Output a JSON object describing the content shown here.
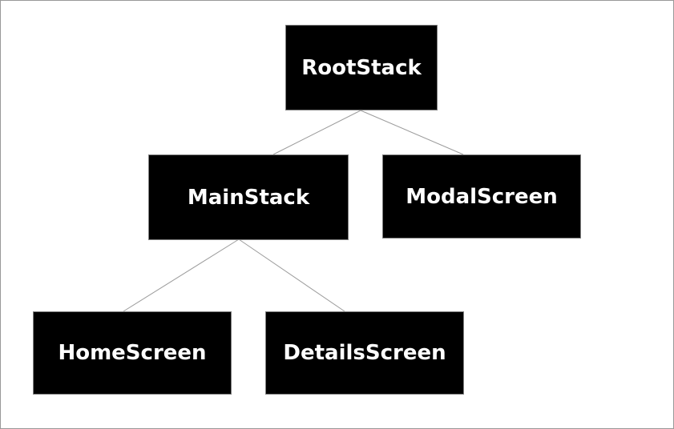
{
  "diagram": {
    "type": "tree",
    "nodes": [
      {
        "id": "root",
        "label": "RootStack"
      },
      {
        "id": "main",
        "label": "MainStack"
      },
      {
        "id": "modal",
        "label": "ModalScreen"
      },
      {
        "id": "home",
        "label": "HomeScreen"
      },
      {
        "id": "details",
        "label": "DetailsScreen"
      }
    ],
    "edges": [
      {
        "from": "RootStack",
        "to": "MainStack"
      },
      {
        "from": "RootStack",
        "to": "ModalScreen"
      },
      {
        "from": "MainStack",
        "to": "HomeScreen"
      },
      {
        "from": "MainStack",
        "to": "DetailsScreen"
      }
    ],
    "colors": {
      "background": "#ffffff",
      "canvas_border": "#999999",
      "node_fill": "#000000",
      "node_border": "#7f7f7f",
      "node_text": "#ffffff",
      "edge_line": "#9c9c9c"
    }
  }
}
